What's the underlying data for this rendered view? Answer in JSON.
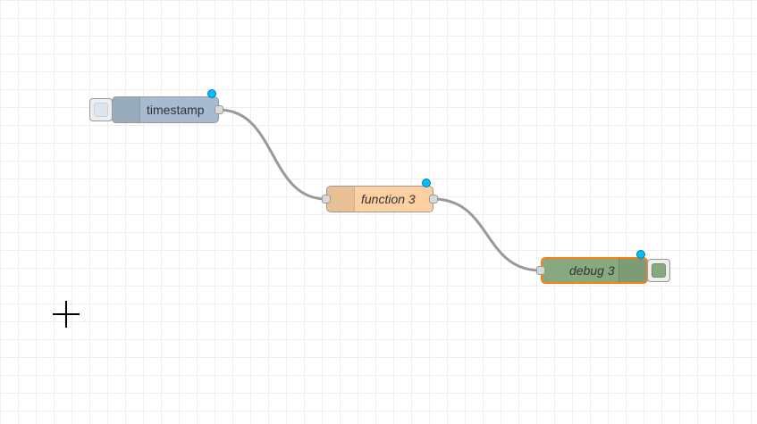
{
  "workspace": {
    "grid_color": "#eeeeee",
    "background": "#ffffff"
  },
  "nodes": {
    "timestamp": {
      "label": "timestamp",
      "type": "inject",
      "color": "#a6bbcf"
    },
    "function": {
      "label": "function 3",
      "type": "function",
      "color": "#fdd0a2"
    },
    "debug": {
      "label": "debug 3",
      "type": "debug",
      "color": "#87a980",
      "selected": true,
      "selection_color": "#ff7f0e"
    }
  },
  "status_indicator_color": "#00bcff",
  "wire_color": "#999999",
  "cursor": "crosshair"
}
